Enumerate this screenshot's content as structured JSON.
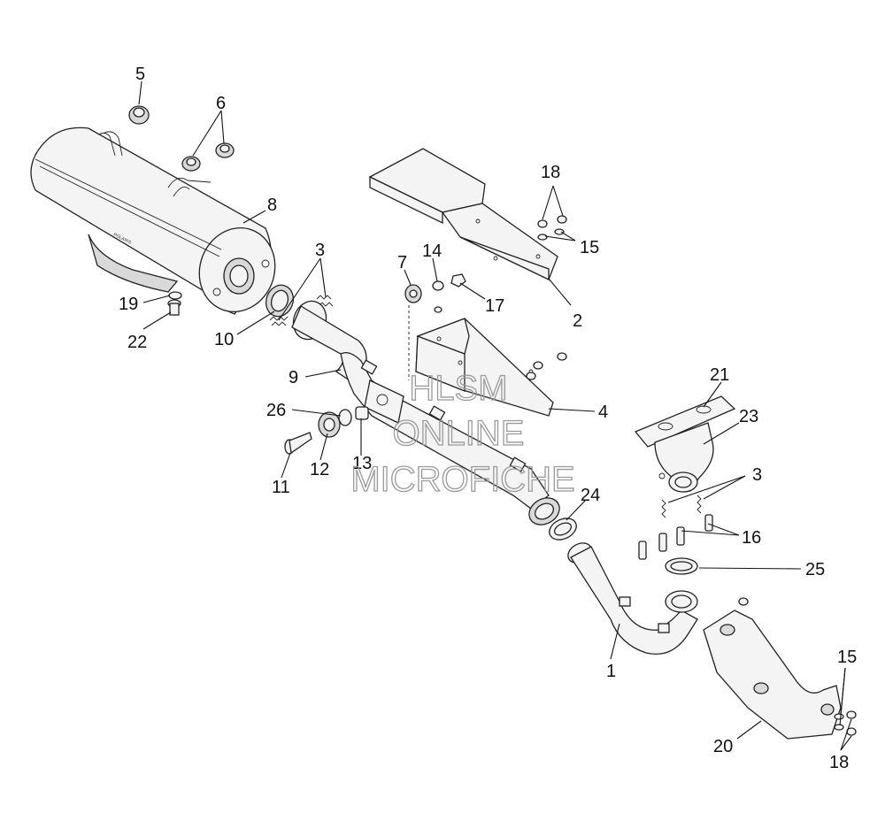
{
  "diagram": {
    "callouts": {
      "c5": "5",
      "c6": "6",
      "c8": "8",
      "c3a": "3",
      "c19": "19",
      "c22": "22",
      "c10": "10",
      "c9": "9",
      "c26": "26",
      "c12": "12",
      "c13": "13",
      "c11": "11",
      "c7": "7",
      "c14": "14",
      "c17": "17",
      "c18a": "18",
      "c15a": "15",
      "c2": "2",
      "c4": "4",
      "c21": "21",
      "c23": "23",
      "c3b": "3",
      "c24": "24",
      "c16": "16",
      "c25": "25",
      "c1": "1",
      "c15b": "15",
      "c20": "20",
      "c18b": "18"
    },
    "watermark": {
      "line1": "HLSM",
      "line2": "ONLINE",
      "line3": "MICROFICHE"
    },
    "muffler_label": "POLARIS"
  }
}
